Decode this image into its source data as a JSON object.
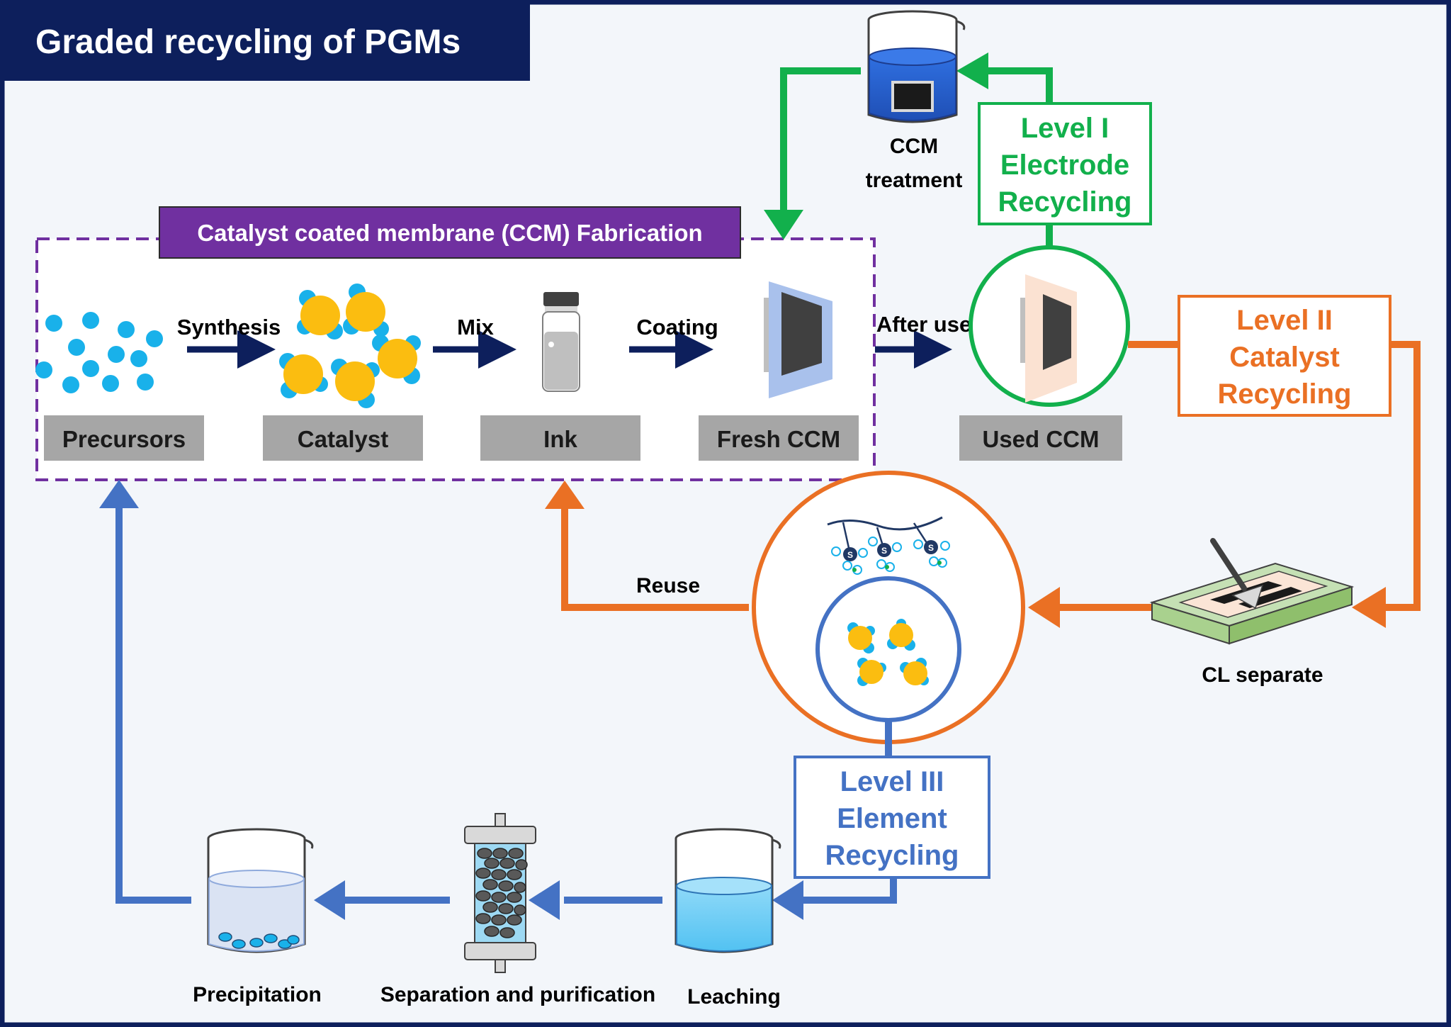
{
  "title": "Graded recycling of PGMs",
  "fabrication": {
    "header": "Catalyst coated membrane (CCM) Fabrication",
    "stages": {
      "precursors": "Precursors",
      "catalyst": "Catalyst",
      "ink": "Ink",
      "fresh_ccm": "Fresh CCM"
    },
    "arrows": {
      "synthesis": "Synthesis",
      "mix": "Mix",
      "coating": "Coating"
    }
  },
  "after_use": "After use",
  "used_ccm": "Used CCM",
  "ccm_treatment": [
    "CCM",
    "treatment"
  ],
  "levels": {
    "level1": [
      "Level I",
      "Electrode",
      "Recycling"
    ],
    "level2": [
      "Level II",
      "Catalyst",
      "Recycling"
    ],
    "level3": [
      "Level III",
      "Element",
      "Recycling"
    ]
  },
  "reuse": "Reuse",
  "cl_separate": "CL separate",
  "bottom_steps": {
    "precipitation": "Precipitation",
    "separation": "Separation and purification",
    "leaching": "Leaching"
  },
  "ionomer_label": "S",
  "colors": {
    "navy": "#0d1f5c",
    "green": "#12b04c",
    "orange": "#ea7024",
    "blue": "#4472c4",
    "purple": "#7030a0",
    "gray_label": "#a6a6a6",
    "catalyst_yellow": "#fbbd10",
    "particle_blue": "#19b1ea"
  }
}
